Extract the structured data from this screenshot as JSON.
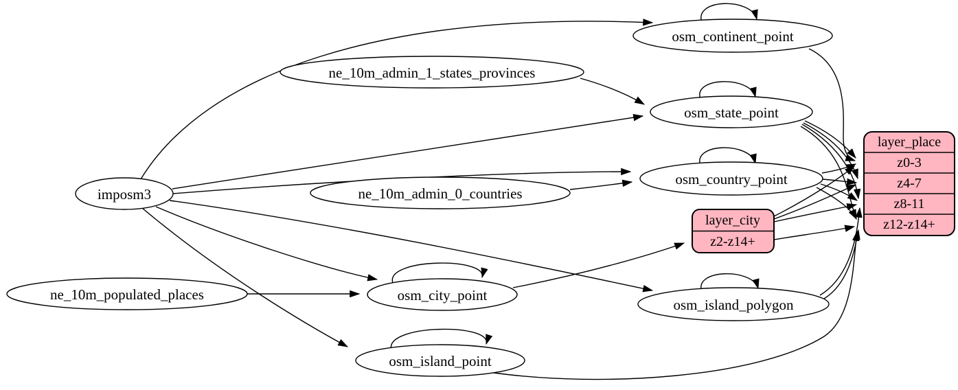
{
  "diagram": {
    "background": "#ffffff",
    "stroke_color": "#000000",
    "record_fill": "#ffb6c1"
  },
  "nodes": {
    "imposm3": {
      "label": "imposm3"
    },
    "ne_10m_admin_1_states_provinces": {
      "label": "ne_10m_admin_1_states_provinces"
    },
    "ne_10m_admin_0_countries": {
      "label": "ne_10m_admin_0_countries"
    },
    "ne_10m_populated_places": {
      "label": "ne_10m_populated_places"
    },
    "osm_continent_point": {
      "label": "osm_continent_point"
    },
    "osm_state_point": {
      "label": "osm_state_point"
    },
    "osm_country_point": {
      "label": "osm_country_point"
    },
    "osm_city_point": {
      "label": "osm_city_point"
    },
    "osm_island_polygon": {
      "label": "osm_island_polygon"
    },
    "osm_island_point": {
      "label": "osm_island_point"
    }
  },
  "records": {
    "layer_city": {
      "title": "layer_city",
      "rows": [
        "z2-z14+"
      ]
    },
    "layer_place": {
      "title": "layer_place",
      "rows": [
        "z0-3",
        "z4-7",
        "z8-11",
        "z12-z14+"
      ]
    }
  },
  "edges": [
    {
      "from": "imposm3",
      "to": "osm_continent_point"
    },
    {
      "from": "imposm3",
      "to": "osm_state_point"
    },
    {
      "from": "imposm3",
      "to": "osm_country_point"
    },
    {
      "from": "imposm3",
      "to": "osm_city_point"
    },
    {
      "from": "imposm3",
      "to": "osm_island_polygon"
    },
    {
      "from": "imposm3",
      "to": "osm_island_point"
    },
    {
      "from": "ne_10m_admin_1_states_provinces",
      "to": "osm_state_point"
    },
    {
      "from": "ne_10m_admin_0_countries",
      "to": "osm_country_point"
    },
    {
      "from": "ne_10m_populated_places",
      "to": "osm_city_point"
    },
    {
      "from": "osm_continent_point",
      "to": "osm_continent_point"
    },
    {
      "from": "osm_state_point",
      "to": "osm_state_point"
    },
    {
      "from": "osm_country_point",
      "to": "osm_country_point"
    },
    {
      "from": "osm_city_point",
      "to": "osm_city_point"
    },
    {
      "from": "osm_island_polygon",
      "to": "osm_island_polygon"
    },
    {
      "from": "osm_island_point",
      "to": "osm_island_point"
    },
    {
      "from": "osm_continent_point",
      "to": "layer_place:z0-3"
    },
    {
      "from": "osm_state_point",
      "to": "layer_place:z0-3"
    },
    {
      "from": "osm_state_point",
      "to": "layer_place:z4-7"
    },
    {
      "from": "osm_state_point",
      "to": "layer_place:z8-11"
    },
    {
      "from": "osm_state_point",
      "to": "layer_place:z12-z14+"
    },
    {
      "from": "osm_country_point",
      "to": "layer_place:z0-3"
    },
    {
      "from": "osm_country_point",
      "to": "layer_place:z4-7"
    },
    {
      "from": "osm_country_point",
      "to": "layer_place:z8-11"
    },
    {
      "from": "osm_country_point",
      "to": "layer_place:z12-z14+"
    },
    {
      "from": "osm_city_point",
      "to": "layer_city:z2-z14+"
    },
    {
      "from": "layer_city",
      "to": "layer_place:z0-3"
    },
    {
      "from": "layer_city",
      "to": "layer_place:z4-7"
    },
    {
      "from": "layer_city",
      "to": "layer_place:z8-11"
    },
    {
      "from": "layer_city",
      "to": "layer_place:z12-z14+"
    },
    {
      "from": "osm_island_polygon",
      "to": "layer_place:z8-11"
    },
    {
      "from": "osm_island_polygon",
      "to": "layer_place:z12-z14+"
    },
    {
      "from": "osm_island_point",
      "to": "layer_place:z12-z14+"
    }
  ]
}
